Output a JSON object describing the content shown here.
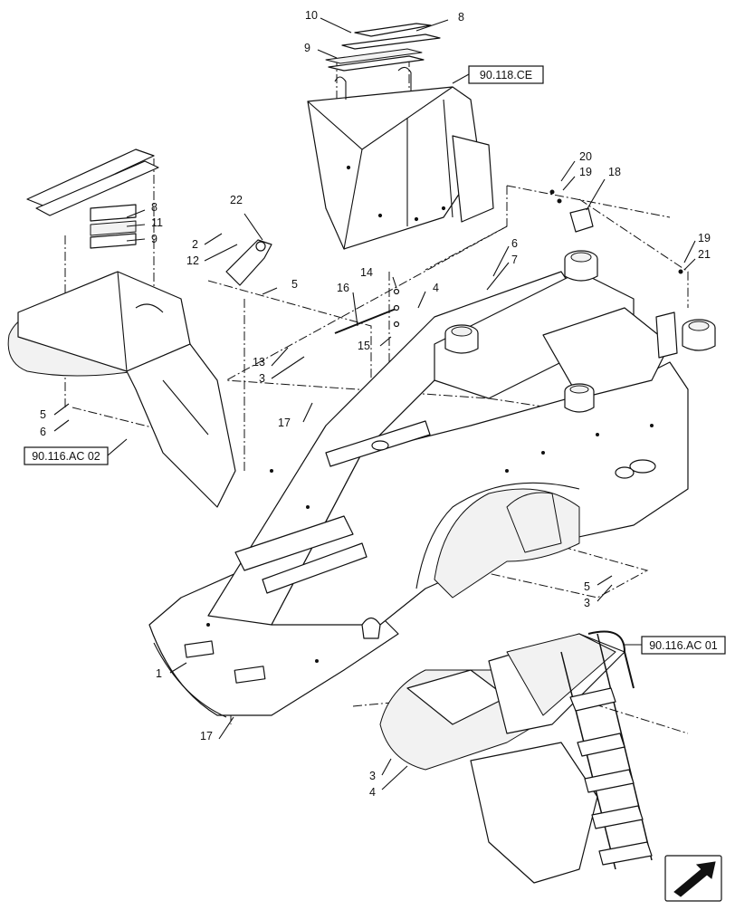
{
  "callouts": [
    {
      "id": "c10a",
      "label": "10"
    },
    {
      "id": "c8a",
      "label": "8"
    },
    {
      "id": "c9a",
      "label": "9"
    },
    {
      "id": "c20",
      "label": "20"
    },
    {
      "id": "c19a",
      "label": "19"
    },
    {
      "id": "c18",
      "label": "18"
    },
    {
      "id": "c8b",
      "label": "8"
    },
    {
      "id": "c11",
      "label": "11"
    },
    {
      "id": "c9b",
      "label": "9"
    },
    {
      "id": "c22",
      "label": "22"
    },
    {
      "id": "c2",
      "label": "2"
    },
    {
      "id": "c12",
      "label": "12"
    },
    {
      "id": "c5a",
      "label": "5"
    },
    {
      "id": "c14",
      "label": "14"
    },
    {
      "id": "c16",
      "label": "16"
    },
    {
      "id": "c4a",
      "label": "4"
    },
    {
      "id": "c15",
      "label": "15"
    },
    {
      "id": "c6a",
      "label": "6"
    },
    {
      "id": "c7",
      "label": "7"
    },
    {
      "id": "c19b",
      "label": "19"
    },
    {
      "id": "c21",
      "label": "21"
    },
    {
      "id": "c13",
      "label": "13"
    },
    {
      "id": "c3a",
      "label": "3"
    },
    {
      "id": "c17a",
      "label": "17"
    },
    {
      "id": "c5b",
      "label": "5"
    },
    {
      "id": "c6b",
      "label": "6"
    },
    {
      "id": "c5c",
      "label": "5"
    },
    {
      "id": "c3b",
      "label": "3"
    },
    {
      "id": "c1",
      "label": "1"
    },
    {
      "id": "c17b",
      "label": "17"
    },
    {
      "id": "c3c",
      "label": "3"
    },
    {
      "id": "c4b",
      "label": "4"
    }
  ],
  "references": {
    "ref_ce": "90.118.CE",
    "ref_ac02": "90.116.AC 02",
    "ref_ac01": "90.116.AC 01"
  },
  "icons": {
    "nav": "next-page-arrow-icon"
  }
}
